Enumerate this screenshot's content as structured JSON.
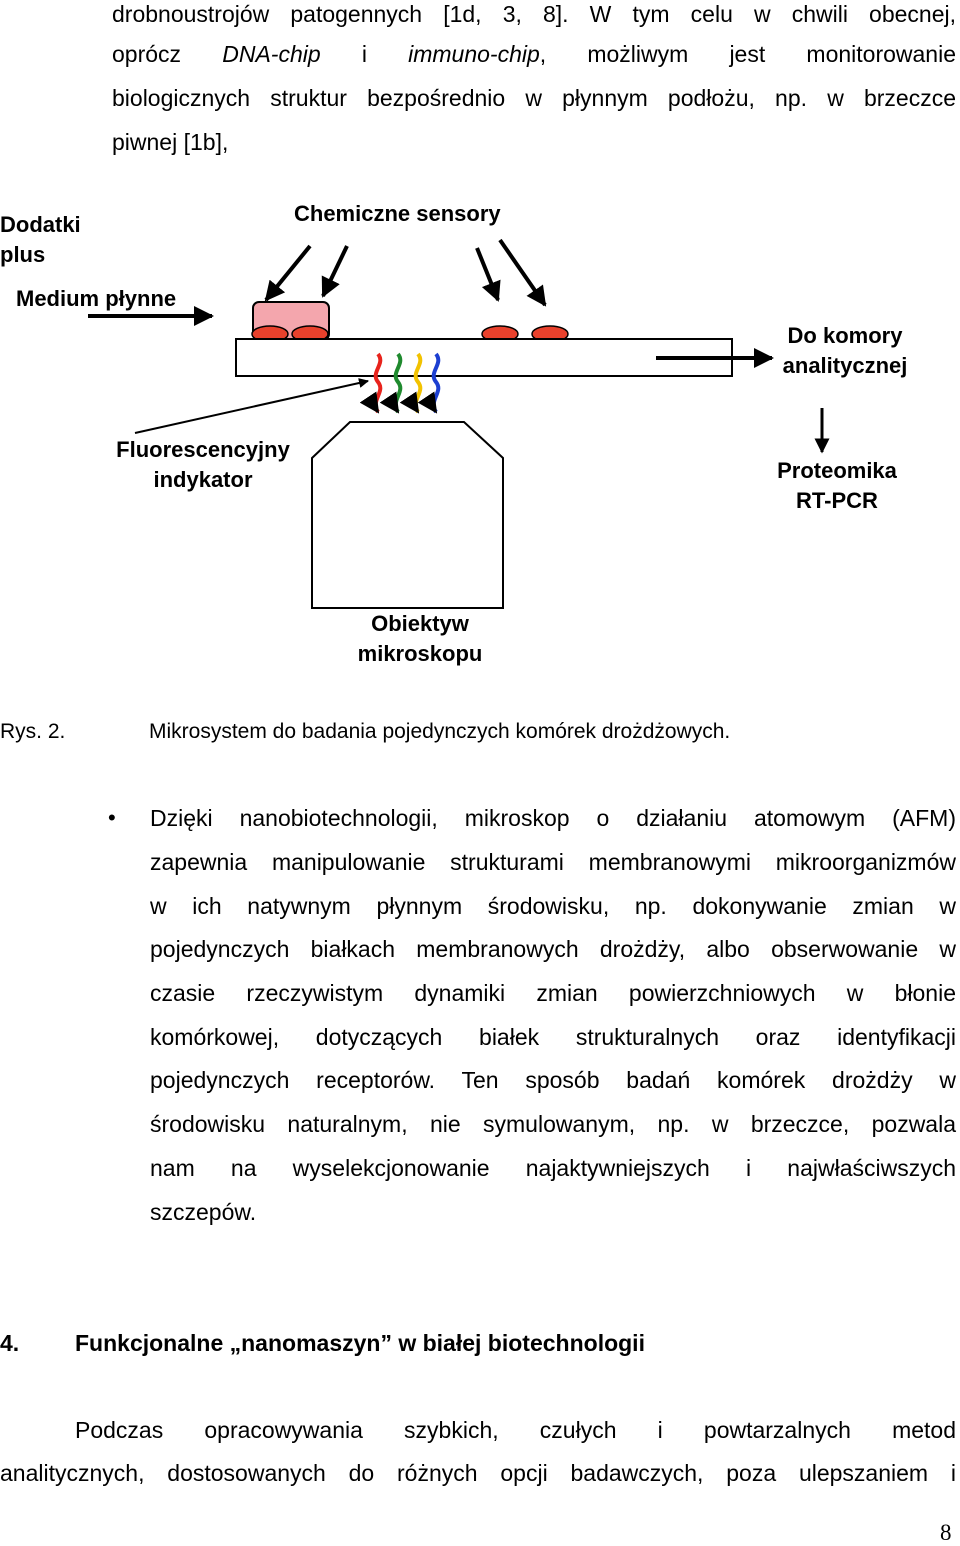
{
  "intro": {
    "lines": [
      "drobnoustrojów patogennych [1d, 3, 8]. W tym celu w chwili obecnej,",
      "oprócz DNA-chip i immuno-chip, możliwym jest monitorowanie",
      "biologicznych struktur bezpośrednio w płynnym podłożu, np. w brzeczce",
      "piwnej [1b],"
    ],
    "line2_parts": [
      "oprócz ",
      "DNA-chip",
      " i ",
      "immuno-chip",
      ", możliwym jest monitorowanie"
    ]
  },
  "diagram": {
    "label_dodatki_1": "Dodatki",
    "label_dodatki_2": "plus",
    "label_sensory": "Chemiczne sensory",
    "label_medium": "Medium płynne",
    "label_komora_1": "Do komory",
    "label_komora_2": "analitycznej",
    "label_fluo_1": "Fluorescencyjny",
    "label_fluo_2": "indykator",
    "label_prot_1": "Proteomika",
    "label_prot_2": "RT-PCR",
    "label_obj_1": "Obiektyw",
    "label_obj_2": "mikroskopu",
    "colors": {
      "pink_block": "#f4a6ad",
      "red_cells": "#e8412c",
      "wave_red": "#e8231c",
      "wave_green": "#1f8a2e",
      "wave_yellow": "#f2c200",
      "wave_blue": "#1c3fd1"
    }
  },
  "caption": {
    "number": "Rys. 2.",
    "text": "Mikrosystem do badania pojedynczych komórek drożdżowych."
  },
  "bullet": {
    "symbol": "•",
    "lines": [
      "Dzięki nanobiotechnologii, mikroskop o działaniu atomowym (AFM)",
      "zapewnia manipulowanie strukturami membranowymi mikroorganizmów",
      "w ich natywnym płynnym środowisku, np. dokonywanie zmian w",
      "pojedynczych białkach membranowych drożdży, albo obserwowanie w",
      "czasie rzeczywistym dynamiki zmian powierzchniowych w błonie",
      "komórkowej, dotyczących białek strukturalnych oraz identyfikacji",
      "pojedynczych receptorów. Ten sposób badań komórek drożdży w",
      "środowisku naturalnym, nie symulowanym, np. w brzeczce, pozwala",
      "nam na wyselekcjonowanie najaktywniejszych i najwłaściwszych",
      "szczepów."
    ]
  },
  "section": {
    "number": "4.",
    "title": "Funkcjonalne „nanomaszyn” w białej biotechnologii"
  },
  "closing": {
    "lines": [
      "Podczas opracowywania szybkich, czułych i powtarzalnych metod",
      "analitycznych, dostosowanych do różnych opcji badawczych, poza ulepszaniem i"
    ]
  },
  "page_number": "8"
}
